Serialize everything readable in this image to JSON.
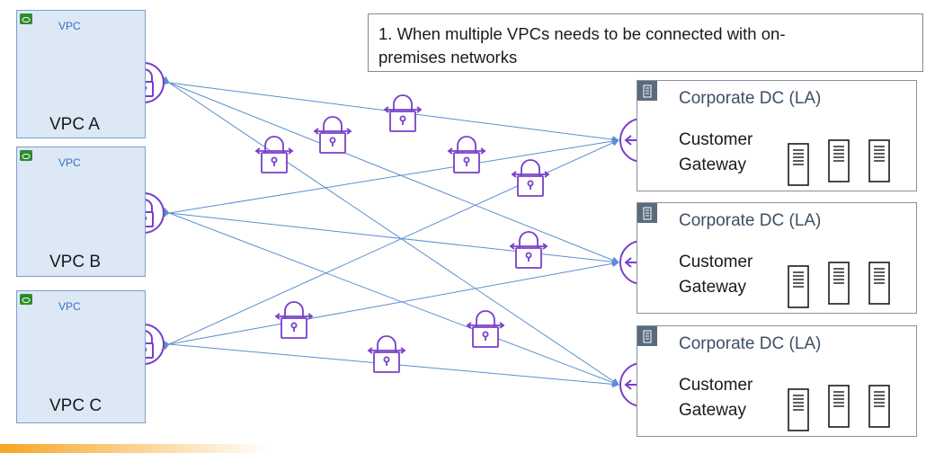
{
  "callout": {
    "line1": "1. When multiple VPCs needs to be connected with on-",
    "line2": "premises networks"
  },
  "vpcs": [
    {
      "tag": "VPC",
      "name": "VPC A"
    },
    {
      "tag": "VPC",
      "name": "VPC B"
    },
    {
      "tag": "VPC",
      "name": "VPC C"
    }
  ],
  "datacenters": [
    {
      "title": "Corporate DC (LA)",
      "gateway_line1": "Customer",
      "gateway_line2": "Gateway"
    },
    {
      "title": "Corporate DC (LA)",
      "gateway_line1": "Customer",
      "gateway_line2": "Gateway"
    },
    {
      "title": "Corporate DC (LA)",
      "gateway_line1": "Customer",
      "gateway_line2": "Gateway"
    }
  ],
  "colors": {
    "vpn_icon": "#7a3fc8",
    "connection_line": "#5b8fd0",
    "vpc_fill": "#dce8f6",
    "dc_title": "#3e4f66"
  }
}
